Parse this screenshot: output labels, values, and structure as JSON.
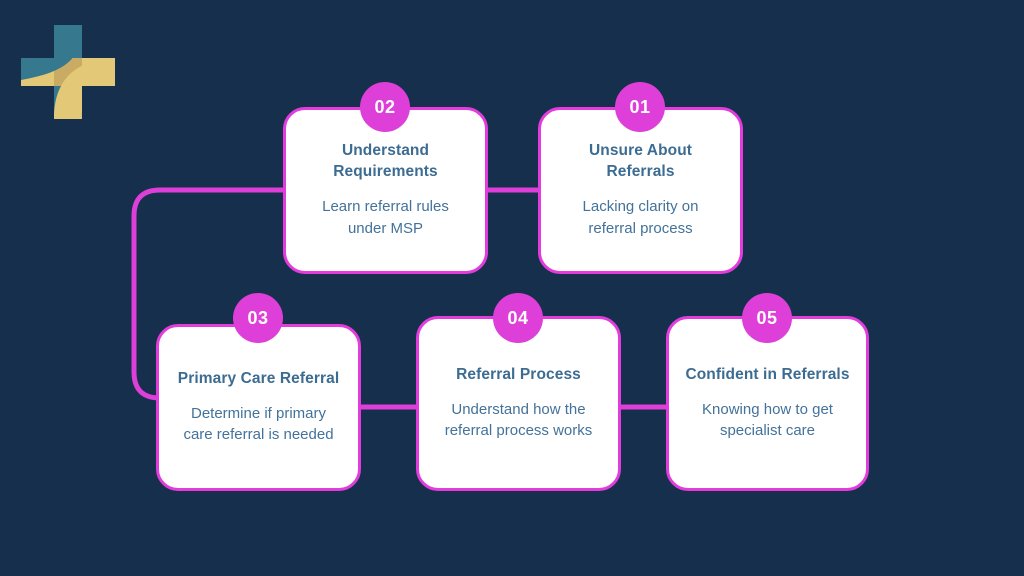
{
  "theme": {
    "background": "#152f4d",
    "accent_pink": "#dd3fd8",
    "card_background": "#ffffff",
    "title_color": "#3c6c92",
    "body_color": "#43729a",
    "logo_teal": "#36788e",
    "logo_gold": "#e3c878"
  },
  "logo": {
    "name": "medical-cross-swoosh-logo",
    "alt": "Medical cross logo"
  },
  "diagram": {
    "type": "process-flow",
    "steps": [
      {
        "number": "01",
        "title": "Unsure About Referrals",
        "description": "Lacking clarity on referral process"
      },
      {
        "number": "02",
        "title": "Understand Requirements",
        "description": "Learn referral rules under MSP"
      },
      {
        "number": "03",
        "title": "Primary Care Referral",
        "description": "Determine if primary care referral is needed"
      },
      {
        "number": "04",
        "title": "Referral Process",
        "description": "Understand how the referral process works"
      },
      {
        "number": "05",
        "title": "Confident in Referrals",
        "description": "Knowing how to get specialist care"
      }
    ]
  }
}
